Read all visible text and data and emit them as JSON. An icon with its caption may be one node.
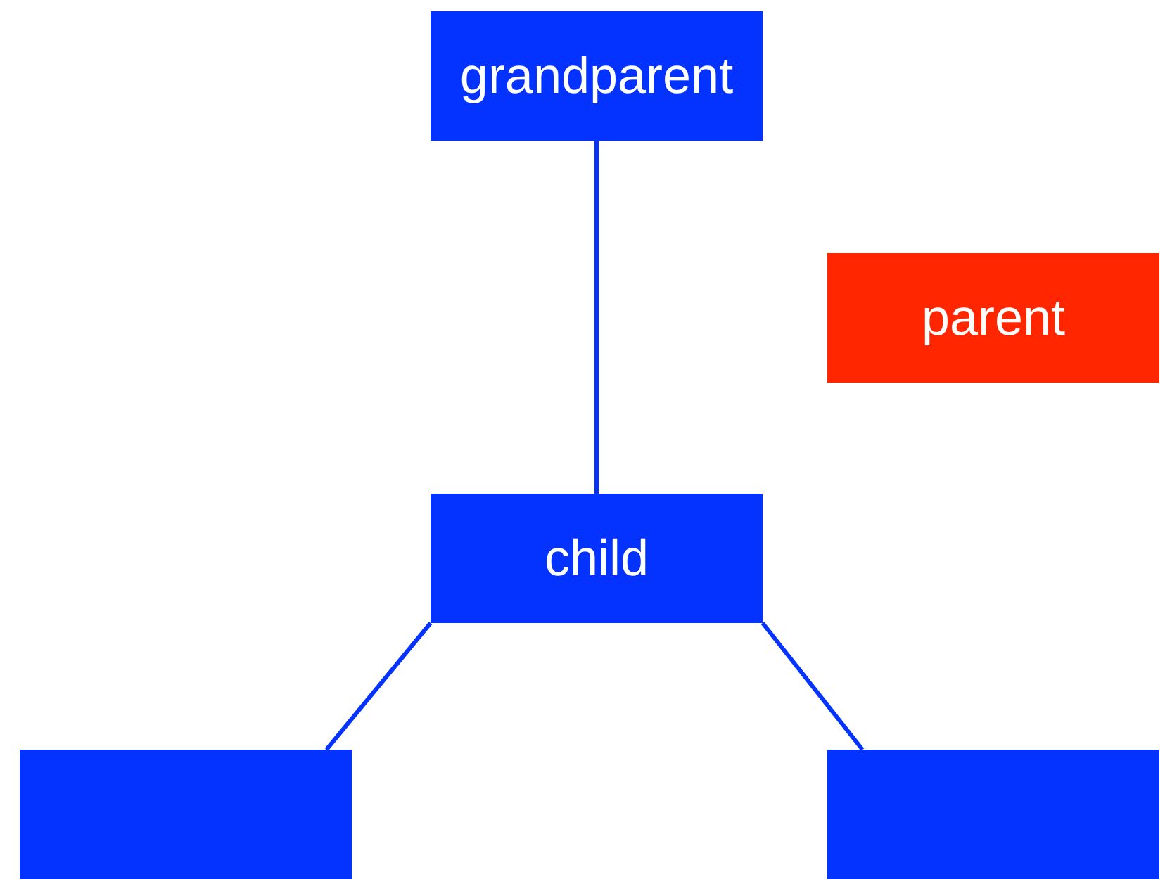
{
  "diagram": {
    "nodes": [
      {
        "text": [
          "grandparent"
        ]
      },
      {
        "text": [
          "parent"
        ]
      },
      {
        "text": [
          "child"
        ]
      },
      {
        "text": [],
        "shape": "box"
      },
      {
        "text": [],
        "shape": "box"
      }
    ],
    "edges": [
      {
        "from": 0,
        "to": 2,
        "arrow": "none"
      },
      {
        "from": 2,
        "to": 3,
        "arrow": "none"
      },
      {
        "from": 2,
        "to": 4,
        "arrow": "none"
      }
    ]
  }
}
